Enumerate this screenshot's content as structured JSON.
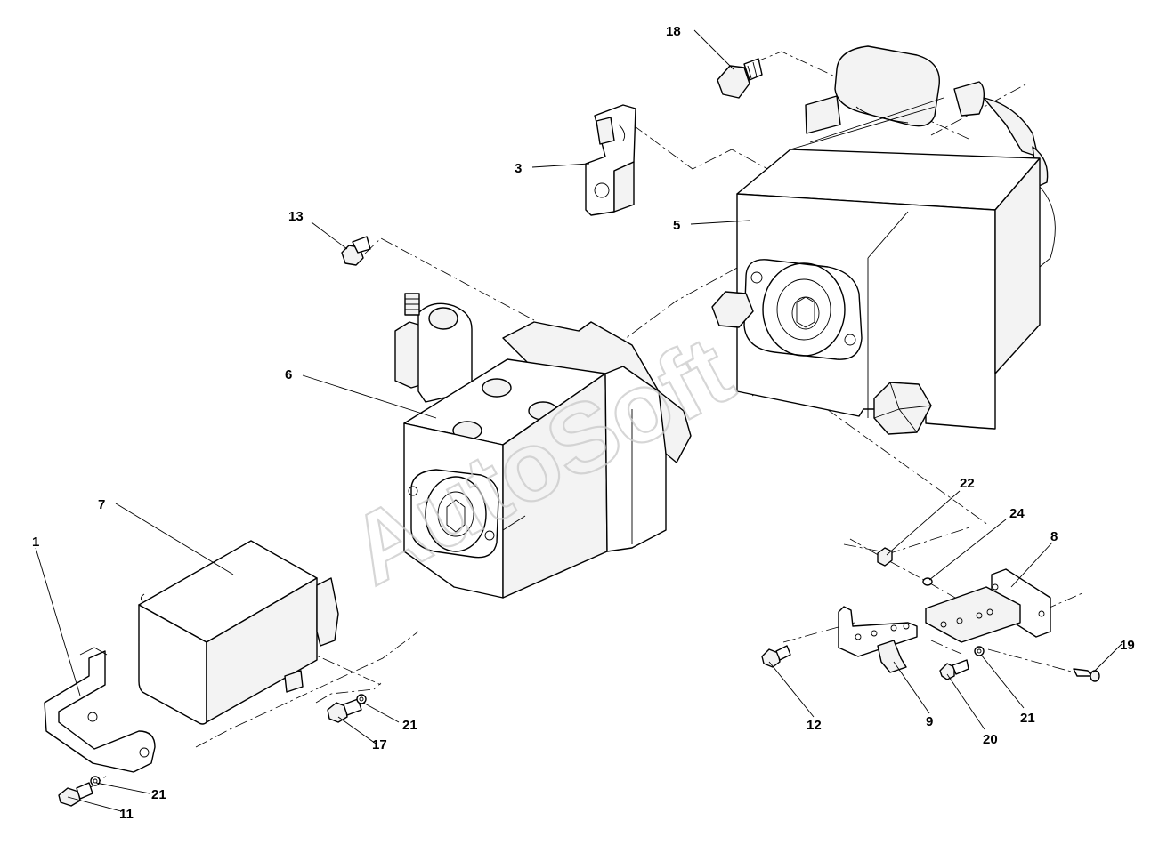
{
  "watermark": "AutoSoft",
  "callouts": [
    {
      "id": "c1",
      "text": "1"
    },
    {
      "id": "c3",
      "text": "3"
    },
    {
      "id": "c5",
      "text": "5"
    },
    {
      "id": "c6",
      "text": "6"
    },
    {
      "id": "c7",
      "text": "7"
    },
    {
      "id": "c8",
      "text": "8"
    },
    {
      "id": "c9",
      "text": "9"
    },
    {
      "id": "c11",
      "text": "11"
    },
    {
      "id": "c12",
      "text": "12"
    },
    {
      "id": "c13",
      "text": "13"
    },
    {
      "id": "c17",
      "text": "17"
    },
    {
      "id": "c18",
      "text": "18"
    },
    {
      "id": "c19",
      "text": "19"
    },
    {
      "id": "c20",
      "text": "20"
    },
    {
      "id": "c21a",
      "text": "21"
    },
    {
      "id": "c21b",
      "text": "21"
    },
    {
      "id": "c21c",
      "text": "21"
    },
    {
      "id": "c22",
      "text": "22"
    },
    {
      "id": "c24",
      "text": "24"
    }
  ]
}
